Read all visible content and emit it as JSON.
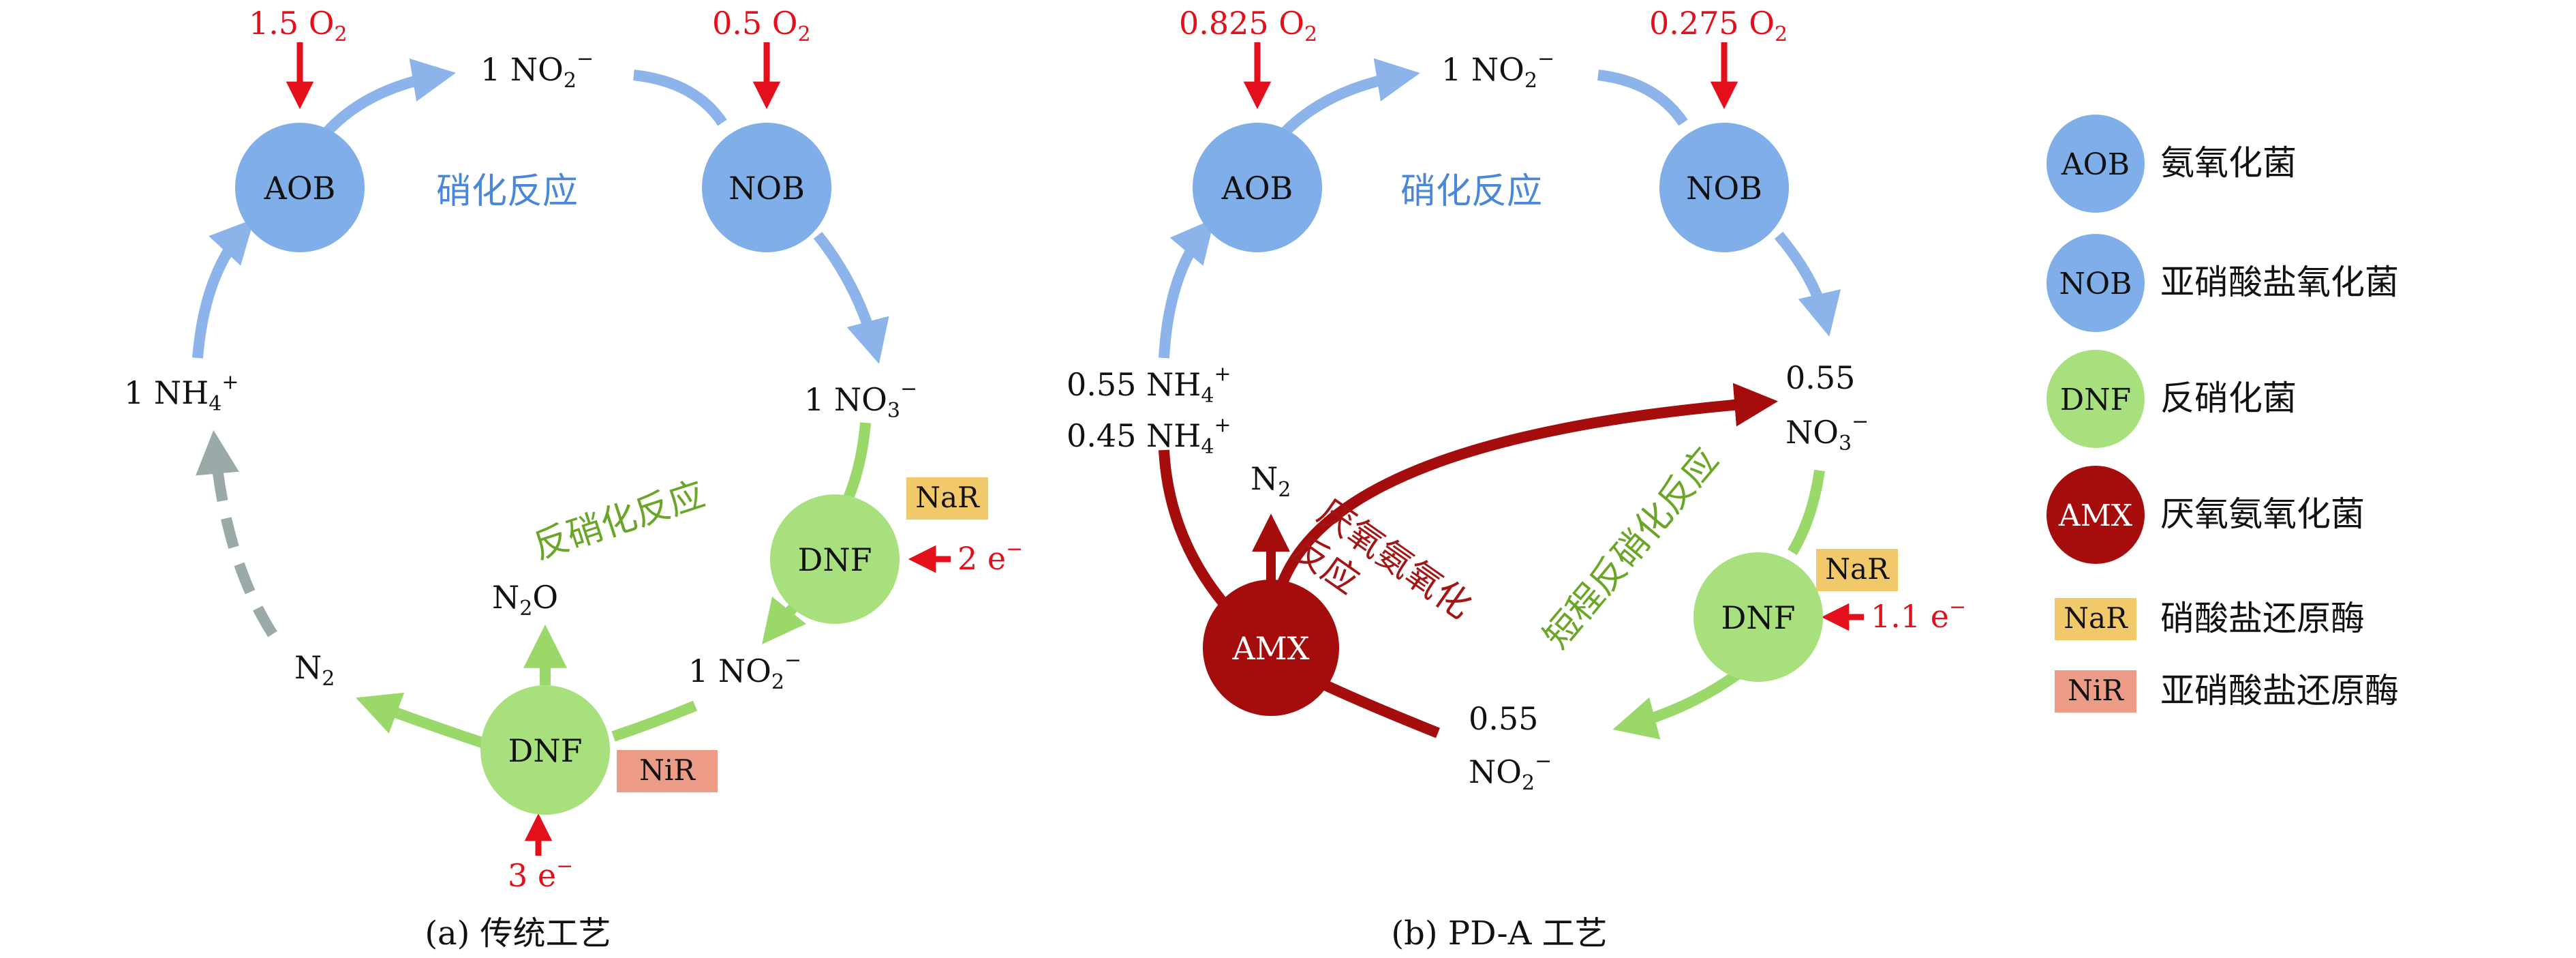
{
  "colors": {
    "aob_blue": "#7faee8",
    "dnf_green": "#a9e07e",
    "amx_darkred": "#a50d0d",
    "arrow_blue": "#8cb4ea",
    "arrow_green": "#9bd86a",
    "arrow_darkred": "#a50d0d",
    "arrow_gray": "#9aaaa8",
    "arrow_red": "#e3101b",
    "nar_box": "#f2c96a",
    "nir_box": "#ec9b87",
    "text_blue": "#4a86d9",
    "text_green": "#6aa626",
    "text_red": "#e3101b",
    "text_darkred": "#a31515"
  },
  "panel_a": {
    "caption": "(a) 传统工艺",
    "o2_left": "1.5 O",
    "o2_right": "0.5 O",
    "no2_top": "1 NO",
    "nh4": "1 NH",
    "no3": "1 NO",
    "no2_mid": "1 NO",
    "n2o": "N",
    "n2": "N",
    "aob": "AOB",
    "nob": "NOB",
    "dnf_upper": "DNF",
    "dnf_lower": "DNF",
    "nar": "NaR",
    "nir": "NiR",
    "e_upper": "2 e",
    "e_lower": "3 e",
    "nitrification": "硝化反应",
    "denitrification": "反硝化反应"
  },
  "panel_b": {
    "caption": "(b) PD-A 工艺",
    "o2_left": "0.825 O",
    "o2_right": "0.275 O",
    "no2_top": "1 NO",
    "nh4_a": "0.55 NH",
    "nh4_b": "0.45 NH",
    "no3_val": "0.55",
    "no3": "NO",
    "no2_val": "0.55",
    "no2": "NO",
    "n2": "N",
    "aob": "AOB",
    "nob": "NOB",
    "dnf": "DNF",
    "amx": "AMX",
    "nar": "NaR",
    "e": "1.1 e",
    "nitrification": "硝化反应",
    "anammox_line1": "厌氧氨氧化",
    "anammox_line2": "反应",
    "short_denitrification": "短程反硝化反应"
  },
  "legend": [
    {
      "badge": "AOB",
      "label": "氨氧化菌"
    },
    {
      "badge": "NOB",
      "label": "亚硝酸盐氧化菌"
    },
    {
      "badge": "DNF",
      "label": "反硝化菌"
    },
    {
      "badge": "AMX",
      "label": "厌氧氨氧化菌"
    },
    {
      "badge": "NaR",
      "label": "硝酸盐还原酶"
    },
    {
      "badge": "NiR",
      "label": "亚硝酸盐还原酶"
    }
  ]
}
